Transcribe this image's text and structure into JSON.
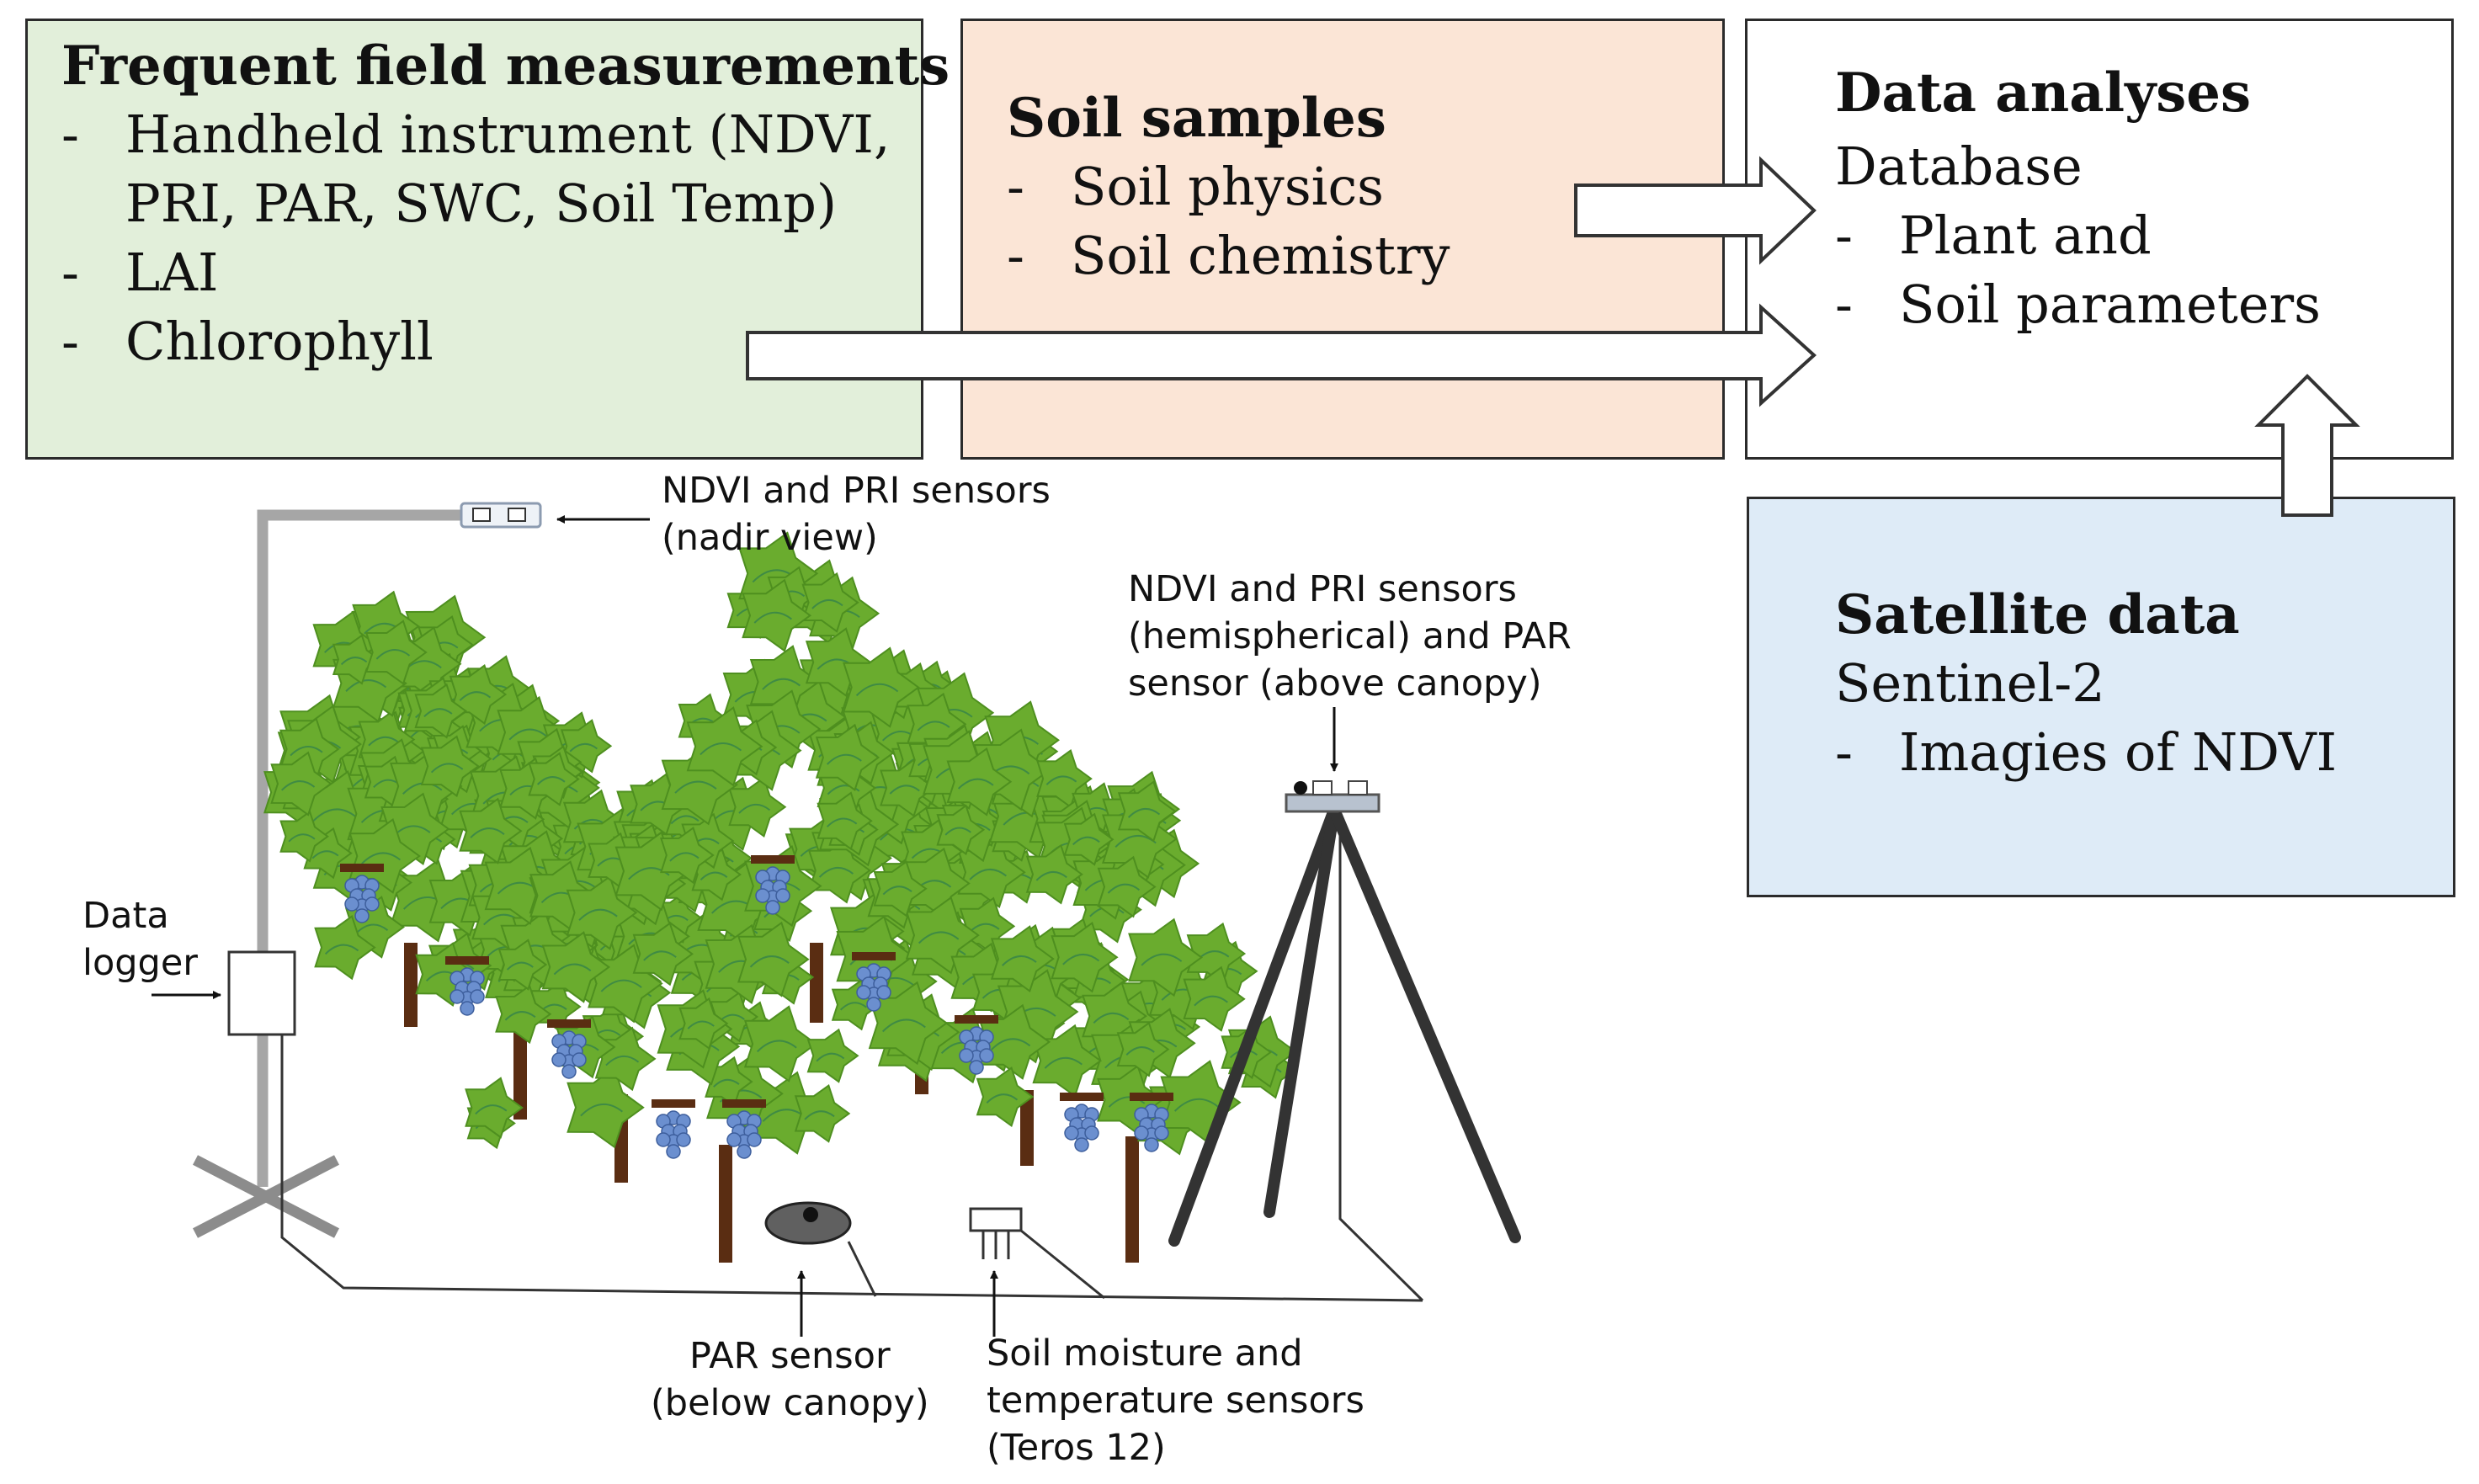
{
  "boxes": {
    "field": {
      "title": "Frequent field measurements",
      "items": [
        "Handheld instrument (NDVI, PRI, PAR, SWC, Soil Temp)",
        "LAI",
        "Chlorophyll"
      ],
      "color": "#e2efda"
    },
    "soil": {
      "title": "Soil samples",
      "items": [
        "Soil physics",
        "Soil chemistry"
      ],
      "color": "#fbe5d6"
    },
    "analyses": {
      "title": "Data analyses",
      "subtitle": "Database",
      "items": [
        "Plant and",
        "Soil parameters"
      ],
      "color": "#ffffff"
    },
    "satellite": {
      "title": "Satellite data",
      "subtitle": "Sentinel-2",
      "items": [
        "Imagies of NDVI"
      ],
      "color": "#deebf7"
    }
  },
  "dash": "-",
  "labels": {
    "nadir_sensors": [
      "NDVI and PRI sensors",
      "(nadir view)"
    ],
    "hemispherical_sensors": [
      "NDVI and PRI sensors",
      "(hemispherical) and PAR",
      "sensor (above canopy)"
    ],
    "data_logger": [
      "Data",
      "logger"
    ],
    "par_sensor": [
      "PAR sensor",
      "(below canopy)"
    ],
    "soil_sensors": [
      "Soil moisture and",
      "temperature sensors",
      "(Teros 12)"
    ]
  },
  "colors": {
    "leaf": "#6aac2e",
    "leaf_vein": "#2e7d4f",
    "trunk": "#5a2d12",
    "grape": "#6b8fcf",
    "pole": "#a6a6a6",
    "tripod": "#333333"
  }
}
